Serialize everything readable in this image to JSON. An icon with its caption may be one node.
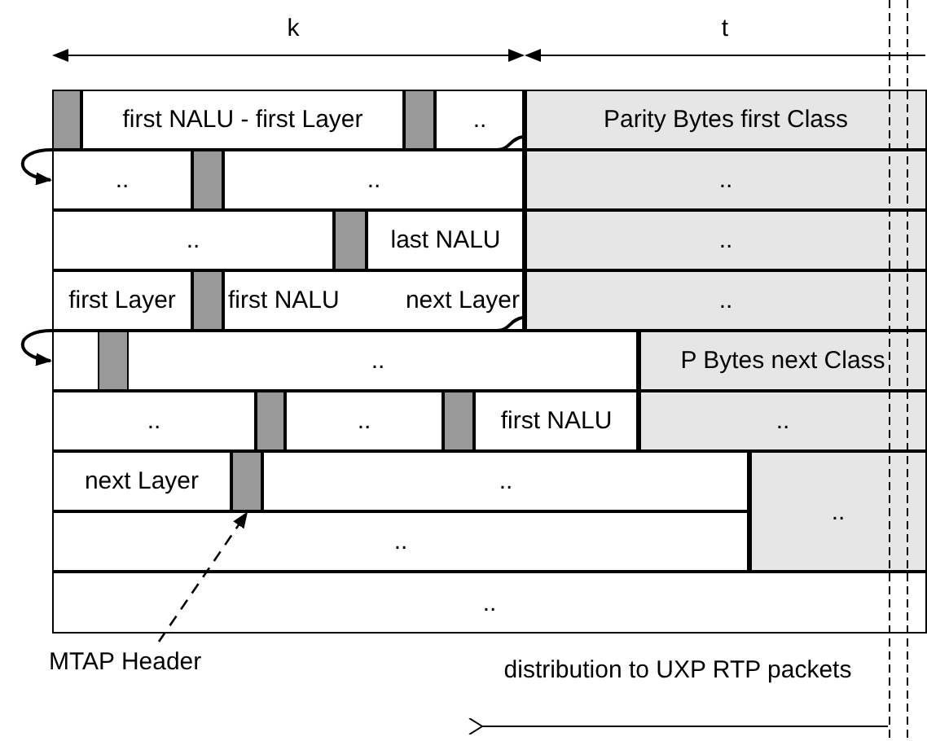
{
  "diagram": {
    "nodes": [
      {
        "text": [],
        "shape": "bar"
      },
      {
        "text": [
          "first NALU - first Layer"
        ]
      },
      {
        "text": [],
        "shape": "bar"
      },
      {
        "text": [
          ".."
        ]
      },
      {
        "text": [
          "Parity Bytes first Class"
        ]
      },
      {
        "text": [
          ".."
        ]
      },
      {
        "text": [],
        "shape": "bar"
      },
      {
        "text": [
          ".."
        ]
      },
      {
        "text": [
          ".."
        ]
      },
      {
        "text": [
          ".."
        ]
      },
      {
        "text": [],
        "shape": "bar"
      },
      {
        "text": [
          "last NALU"
        ]
      },
      {
        "text": [
          ".."
        ]
      },
      {
        "text": [
          "first Layer"
        ]
      },
      {
        "text": [],
        "shape": "bar"
      },
      {
        "text": [
          "first NALU",
          "next Layer"
        ]
      },
      {
        "text": [
          ".."
        ]
      },
      {
        "text": [
          ".."
        ]
      },
      {
        "text": [],
        "shape": "bar",
        "in": 17
      },
      {
        "text": [
          "P Bytes next Class"
        ]
      },
      {
        "text": [
          ".."
        ]
      },
      {
        "text": [],
        "shape": "bar"
      },
      {
        "text": [
          ".."
        ]
      },
      {
        "text": [],
        "shape": "bar"
      },
      {
        "text": [
          "first NALU"
        ]
      },
      {
        "text": [
          ".."
        ]
      },
      {
        "text": [
          "next Layer"
        ]
      },
      {
        "text": [],
        "shape": "bar"
      },
      {
        "text": [
          ".."
        ]
      },
      {
        "text": [
          ".."
        ]
      },
      {
        "text": [
          ".."
        ]
      },
      {
        "text": [
          ".."
        ]
      },
      {
        "text": [
          "MTAP Header"
        ]
      }
    ],
    "edges": [
      {
        "from": 3,
        "to": 5,
        "arrow": "to"
      },
      {
        "from": 15,
        "to": 17,
        "arrow": "to"
      },
      {
        "from": 32,
        "to": 27,
        "arrow": "to",
        "style": "dashed"
      }
    ],
    "labels": [
      "k",
      "t",
      "distribution to UXP RTP packets"
    ]
  }
}
